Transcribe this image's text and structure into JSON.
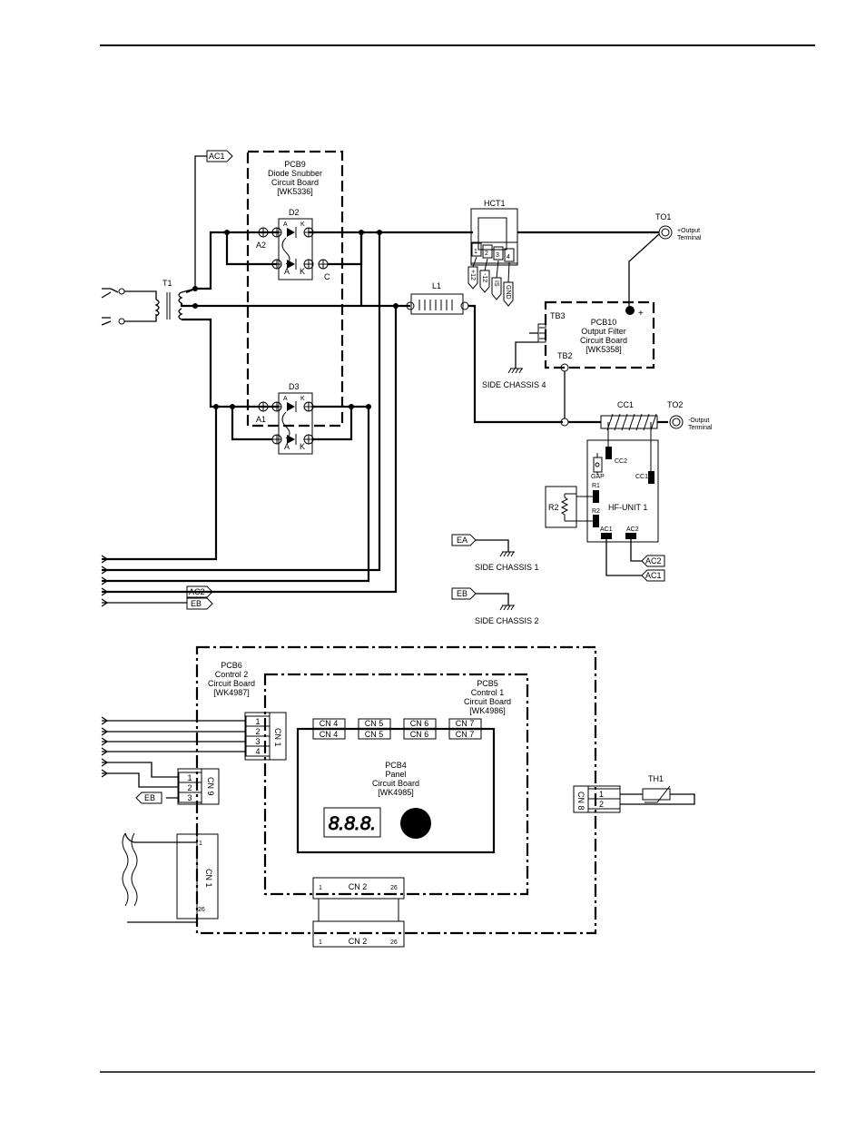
{
  "pcb9": {
    "title": "PCB9",
    "line1": "Diode Snubber",
    "line2": "Circuit  Board",
    "part": "[WK5336]"
  },
  "pcb10": {
    "title": "PCB10",
    "line1": "Output Filter",
    "line2": "Circuit Board",
    "part": "[WK5358]"
  },
  "pcb6": {
    "title": "PCB6",
    "line1": "Control 2",
    "line2": "Circuit  Board",
    "part": "[WK4987]"
  },
  "pcb5": {
    "title": "PCB5",
    "line1": "Control 1",
    "line2": "Circuit  Board",
    "part": "[WK4986]"
  },
  "pcb4": {
    "title": "PCB4",
    "line1": "Panel",
    "line2": "Circuit  Board",
    "part": "[WK4985]"
  },
  "components": {
    "t1": "T1",
    "d2": "D2",
    "d3": "D3",
    "a2": "A2",
    "a1": "A1",
    "c": "C",
    "a": "A",
    "k": "K",
    "l1": "L1",
    "hct1": "HCT1",
    "tb3": "TB3",
    "tb2": "TB2",
    "cc1": "CC1",
    "r2": "R2",
    "th1": "TH1",
    "hf_unit": "HF-UNIT  1",
    "gap": "GAP",
    "cc2": "CC2",
    "cc1_small": "CC1",
    "r1": "R1",
    "r2_small": "R2",
    "ac1_small": "AC1",
    "ac2_small": "AC2"
  },
  "hct_pins": [
    "1",
    "2",
    "3",
    "4"
  ],
  "hct_wires": [
    "+12",
    "-12",
    "IS",
    "GND"
  ],
  "terminals": {
    "to1": "TO1",
    "to1_desc": "+Output",
    "to1_desc2": "Terminal",
    "to2": "TO2",
    "to2_desc": "-Output",
    "to2_desc2": "Terminal",
    "plus": "+"
  },
  "chassis": {
    "c4": "SIDE CHASSIS   4",
    "c1": "SIDE CHASSIS   1",
    "c2": "SIDE CHASSIS   2"
  },
  "tags": {
    "ac1": "AC1",
    "ac2": "AC2",
    "eb": "EB",
    "ea": "EA"
  },
  "connectors": {
    "cn1": "CN 1",
    "cn9": "CN 9",
    "cn8": "CN 8",
    "cn2": "CN 2",
    "cn4": "CN 4",
    "cn5": "CN 5",
    "cn6": "CN 6",
    "cn7": "CN 7",
    "cn1_pins": [
      "1",
      "2",
      "3",
      "4"
    ],
    "cn9_pins": [
      "1",
      "2",
      "3"
    ],
    "cn8_pins": [
      "1",
      "2"
    ],
    "ribbon_first": "1",
    "ribbon_last": "26"
  },
  "display": {
    "digits": "8.8.8."
  }
}
